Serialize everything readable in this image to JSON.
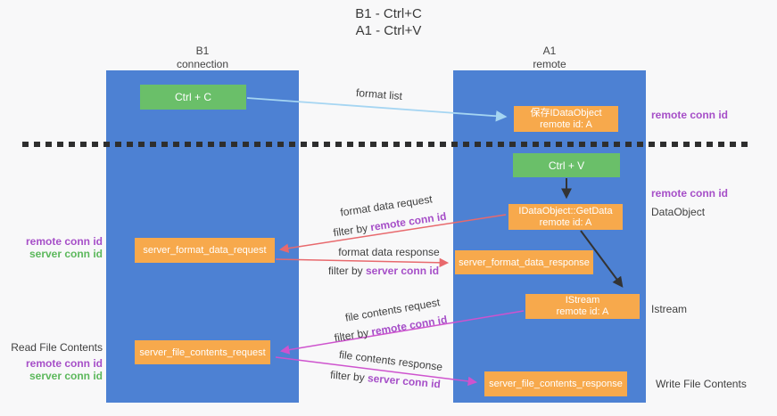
{
  "title": {
    "line1": "B1 - Ctrl+C",
    "line2": "A1 - Ctrl+V"
  },
  "lanes": {
    "left": {
      "name": "B1",
      "role": "connection"
    },
    "right": {
      "name": "A1",
      "role": "remote"
    }
  },
  "nodes": {
    "ctrl_c": {
      "label": "Ctrl + C"
    },
    "save_idataobject": {
      "line1": "保存IDataObject",
      "line2": "remote id: A"
    },
    "ctrl_v": {
      "label": "Ctrl + V"
    },
    "getdata": {
      "line1": "IDataObject::GetData",
      "line2": "remote id: A"
    },
    "server_format_data_request": {
      "label": "server_format_data_request"
    },
    "server_format_data_response": {
      "label": "server_format_data_response"
    },
    "istream": {
      "line1": "IStream",
      "line2": "remote id: A"
    },
    "server_file_contents_request": {
      "label": "server_file_contents_request"
    },
    "server_file_contents_response": {
      "label": "server_file_contents_response"
    }
  },
  "edge_labels": {
    "format_list": "format list",
    "format_data_request": "format data request",
    "filter_remote_1": {
      "prefix": "filter by ",
      "key": "remote conn id"
    },
    "format_data_response": "format data response",
    "filter_server_1": {
      "prefix": "filter by ",
      "key": "server conn id"
    },
    "file_contents_request": "file contents request",
    "filter_remote_2": {
      "prefix": "filter by ",
      "key": "remote conn id"
    },
    "file_contents_response": "file contents response",
    "filter_server_2": {
      "prefix": "filter by ",
      "key": "server conn id"
    }
  },
  "side_labels": {
    "right_top_remote_conn": "remote conn id",
    "right_mid_remote_conn": "remote conn id",
    "right_dataobject": "DataObject",
    "right_istream": "Istream",
    "right_write_file": "Write File Contents",
    "left_mid": {
      "remote": "remote conn id",
      "server": "server conn id"
    },
    "left_bottom": {
      "title": "Read File Contents",
      "remote": "remote conn id",
      "server": "server conn id"
    }
  },
  "colors": {
    "lane_blue": "#4d81d3",
    "node_green": "#6abf69",
    "node_orange": "#f7a94c",
    "arrow_lightblue": "#a5d5f2",
    "arrow_salmon": "#e8696d",
    "arrow_magenta": "#ce53ce",
    "arrow_black": "#333333",
    "label_purple": "#a64fc8",
    "label_green": "#5cb85c",
    "text_dark": "#3f3f3f"
  }
}
